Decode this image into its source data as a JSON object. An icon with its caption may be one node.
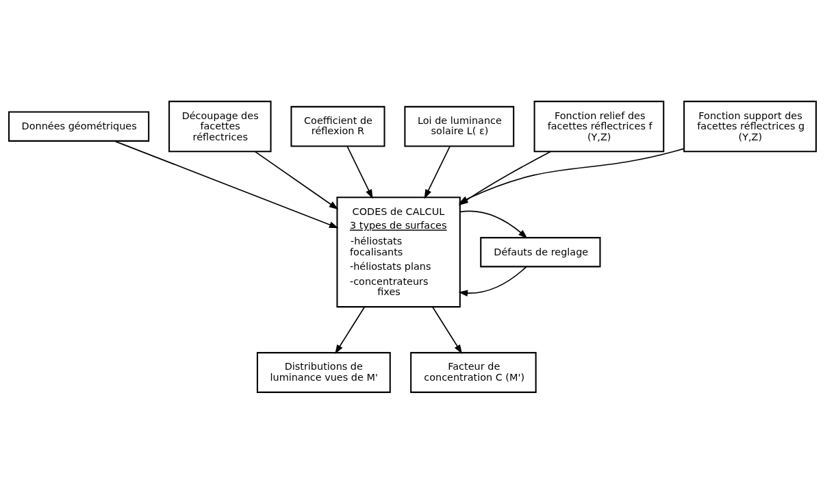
{
  "diagram": {
    "nodes": [
      {
        "text": [
          "Données géométriques"
        ]
      },
      {
        "text": [
          "Découpage des facettes réflectrices"
        ]
      },
      {
        "text": [
          "Coefficient de réflexion R"
        ]
      },
      {
        "text": [
          "Loi de luminance solaire L( ε)"
        ]
      },
      {
        "text": [
          "CODES de CALCUL",
          "3 types de surfaces",
          "-héliostats focalisants",
          "-héliostats plans",
          "-concentrateurs fixes"
        ]
      },
      {
        "text": [
          "Défauts de reglage"
        ]
      },
      {
        "text": [
          "Fonction relief des facettes réflectrices f (Y,Z)"
        ]
      },
      {
        "text": [
          "Fonction support des facettes réflectrices g (Y,Z)"
        ]
      },
      {
        "text": [
          "Distributions de luminance vues de M'"
        ]
      },
      {
        "text": [
          "Facteur de concentration C (M')"
        ]
      }
    ],
    "edges": [
      {
        "from": 0,
        "to": 4,
        "arrow": "to"
      },
      {
        "from": 1,
        "to": 4,
        "arrow": "to"
      },
      {
        "from": 2,
        "to": 4,
        "arrow": "to"
      },
      {
        "from": 3,
        "to": 4,
        "arrow": "to"
      },
      {
        "from": 5,
        "to": 4,
        "arrow": "to"
      },
      {
        "from": 6,
        "to": 4,
        "arrow": "to"
      },
      {
        "from": 7,
        "to": 4,
        "arrow": "to"
      },
      {
        "from": 4,
        "to": 5,
        "arrow": "to"
      },
      {
        "from": 4,
        "to": 8,
        "arrow": "to"
      },
      {
        "from": 4,
        "to": 9,
        "arrow": "to"
      }
    ]
  }
}
